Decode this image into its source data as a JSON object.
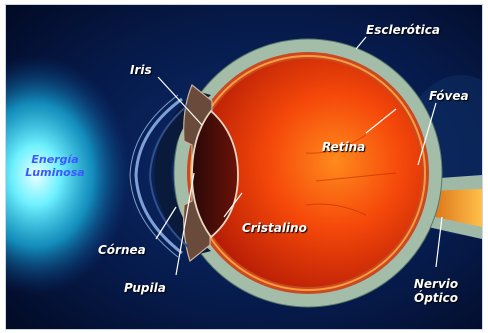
{
  "labels": {
    "energia_line1": "Energía",
    "energia_line2": "Luminosa",
    "iris": "Iris",
    "esclerotica": "Esclerótica",
    "fovea": "Fóvea",
    "retina": "Retina",
    "cristalino": "Cristalino",
    "cornea": "Córnea",
    "pupila": "Pupila",
    "nervio_line1": "Nervio",
    "nervio_line2": "Óptico"
  },
  "colors": {
    "background": "#05153f",
    "light_glow": "#38e6ff",
    "sclera": "#9fb9a6",
    "vitreous": "#f23b08",
    "retina_line": "#ff9a3c",
    "optic_nerve": "#f0a21a",
    "label_text": "#ffffff",
    "energy_text": "#3f57ff"
  }
}
